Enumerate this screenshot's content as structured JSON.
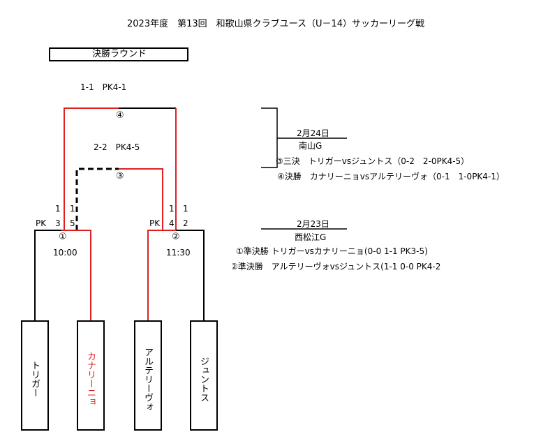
{
  "title": "2023年度　第13回　和歌山県クラブユース（U－14）サッカーリーグ戦",
  "round_label": "決勝ラウンド",
  "final": {
    "marker": "④",
    "score": "1-1　PK4-1"
  },
  "third_place": {
    "marker": "③",
    "score": "2-2　PK4-5"
  },
  "semi1": {
    "marker": "①",
    "time": "10:00",
    "pk_label": "PK",
    "left_final_goals": "1",
    "right_third_goals": "1",
    "left_pk": "3",
    "right_pk": "5"
  },
  "semi2": {
    "marker": "②",
    "time": "11:30",
    "pk_label": "PK",
    "left_third_goals": "1",
    "right_final_goals": "1",
    "left_pk": "4",
    "right_pk": "2"
  },
  "teams": [
    {
      "name": "トリガー",
      "winner": false
    },
    {
      "name": "カナリーニョ",
      "winner": true
    },
    {
      "name": "アルテリーヴォ",
      "winner": true
    },
    {
      "name": "ジュントス",
      "winner": false
    }
  ],
  "schedule": [
    {
      "date": "2月24日",
      "venue": "南山G",
      "lines": [
        "③三決　トリガーvsジュントス（0-2　2-0PK4-5）",
        "④決勝　カナリーニョvsアルテリーヴォ（0-1　1-0PK4-1）"
      ]
    },
    {
      "date": "2月23日",
      "venue": "西松江G",
      "lines": [
        "①準決勝 トリガーvsカナリーニョ(0-0 1-1 PK3-5)",
        "②準決勝　アルテリーヴォvsジュントス(1-1 0-0 PK4-2"
      ]
    }
  ],
  "colors": {
    "winner_line": "#e02020",
    "line": "#000000"
  }
}
